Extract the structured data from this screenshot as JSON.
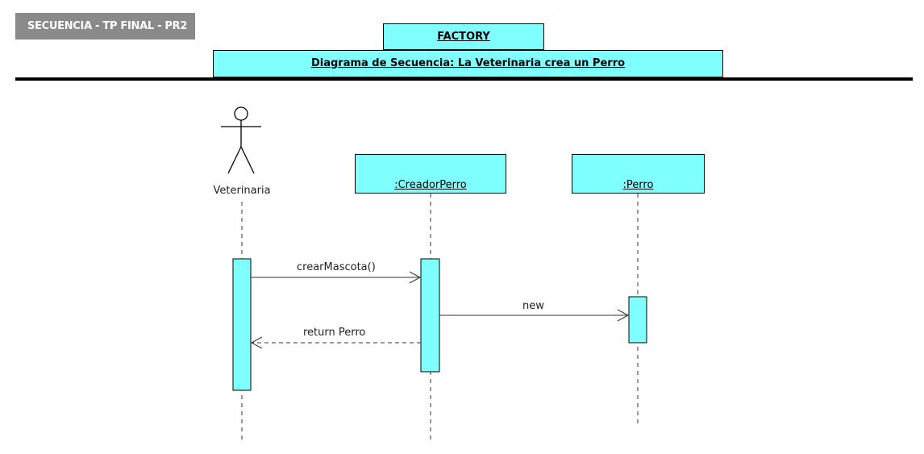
{
  "tag": "SECUENCIA - TP FINAL - PR2",
  "pattern": "FACTORY",
  "title": "Diagrama de Secuencia: La Veterinaria crea un Perro",
  "participants": {
    "actor": "Veterinaria",
    "creador": ":CreadorPerro",
    "perro": ":Perro"
  },
  "messages": {
    "m1": "crearMascota()",
    "m2": "new",
    "m3": "return Perro"
  },
  "colors": {
    "fill": "#80ffff",
    "tag_bg": "#8a8a8a"
  }
}
